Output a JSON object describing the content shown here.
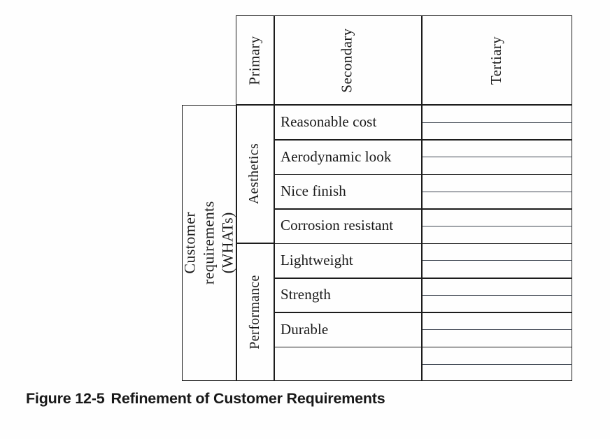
{
  "figure": {
    "caption_number": "Figure 12-5",
    "caption_title": "Refinement of Customer Requirements",
    "row_label": "Customer requirements (WHATs)"
  },
  "headers": {
    "primary": "Primary",
    "secondary": "Secondary",
    "tertiary": "Tertiary"
  },
  "groups": [
    {
      "name": "Aesthetics",
      "rows": [
        {
          "secondary": "Reasonable cost",
          "tertiary_subrows": 2
        },
        {
          "secondary": "Aerodynamic look",
          "tertiary_subrows": 2
        },
        {
          "secondary": "Nice finish",
          "tertiary_subrows": 2
        },
        {
          "secondary": "Corrosion resistant",
          "tertiary_subrows": 2
        }
      ]
    },
    {
      "name": "Performance",
      "rows": [
        {
          "secondary": "Lightweight",
          "tertiary_subrows": 2
        },
        {
          "secondary": "Strength",
          "tertiary_subrows": 2
        },
        {
          "secondary": "Durable",
          "tertiary_subrows": 2
        },
        {
          "secondary": "",
          "tertiary_subrows": 2
        }
      ]
    }
  ],
  "colors": {
    "ink": "#1c1c1c",
    "rule_thin": "#3c4450",
    "page": "#fefefe"
  }
}
